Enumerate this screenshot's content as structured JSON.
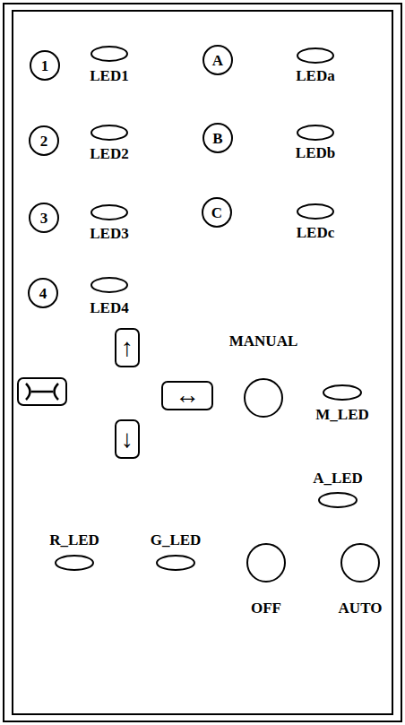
{
  "diagram": {
    "nodes": [
      {
        "text": [
          "1"
        ]
      },
      {
        "text": [
          "LED1"
        ]
      },
      {
        "text": [
          "A"
        ]
      },
      {
        "text": [
          "LEDa"
        ]
      },
      {
        "text": [
          "2"
        ]
      },
      {
        "text": [
          "LED2"
        ]
      },
      {
        "text": [
          "B"
        ]
      },
      {
        "text": [
          "LEDb"
        ]
      },
      {
        "text": [
          "3"
        ]
      },
      {
        "text": [
          "LED3"
        ]
      },
      {
        "text": [
          "C"
        ]
      },
      {
        "text": [
          "LEDc"
        ]
      },
      {
        "text": [
          "4"
        ]
      },
      {
        "text": [
          "LED4"
        ]
      },
      {
        "text": [
          "↑"
        ]
      },
      {
        "text": [
          "MANUAL"
        ]
      },
      {
        "text": [
          "↔"
        ]
      },
      {
        "text": [
          "M_LED"
        ]
      },
      {
        "text": [
          "↓"
        ]
      },
      {
        "text": [
          "A_LED"
        ]
      },
      {
        "text": [
          "R_LED"
        ]
      },
      {
        "text": [
          "G_LED"
        ]
      },
      {
        "text": [
          "OFF"
        ]
      },
      {
        "text": [
          "AUTO"
        ]
      }
    ]
  }
}
